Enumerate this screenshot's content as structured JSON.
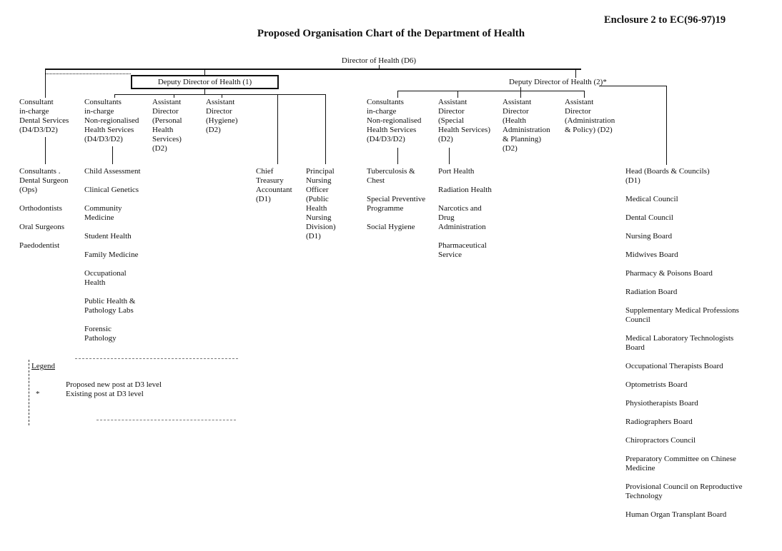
{
  "header": {
    "enclosure": "Enclosure 2 to EC(96-97)19",
    "title": "Proposed Organisation Chart of the Department of Health"
  },
  "nodes": {
    "director": "Director of Health (D6)",
    "deputy1": "Deputy Director of Health (1)",
    "deputy2": "Deputy Director of Health (2)*",
    "b1_dental_head": [
      "Consultant",
      "in-charge",
      "Dental Services",
      "(D4/D3/D2)"
    ],
    "b1_nrhs_head": [
      "Consultants",
      "in-charge",
      "Non-regionalised",
      "Health Services",
      "(D4/D3/D2)"
    ],
    "b1_ad_personal": [
      "Assistant",
      "Director",
      "(Personal",
      "Health",
      "Services)",
      "(D2)"
    ],
    "b1_ad_hygiene": [
      "Assistant",
      "Director",
      "(Hygiene)",
      "(D2)"
    ],
    "b1_dental_units": [
      "Consultants .\nDental Surgeon\n(Ops)",
      "Orthodontists",
      "Oral Surgeons",
      "Paedodentist"
    ],
    "b1_nrhs_units": [
      "Child Assessment",
      "Clinical Genetics",
      "Community\nMedicine",
      "Student Health",
      "Family Medicine",
      "Occupational\nHealth",
      "Public Health &\nPathology Labs",
      "Forensic\nPathology"
    ],
    "b1_treasury": [
      "Chief",
      "Treasury",
      "Accountant",
      "(D1)"
    ],
    "b1_nursing": [
      "Principal",
      "Nursing",
      "Officer",
      "(Public",
      "Health",
      "Nursing",
      "Division)",
      "(D1)"
    ],
    "b2_nrhs_head": [
      "Consultants",
      "in-charge",
      "Non-regionalised",
      "Health Services",
      "(D4/D3/D2)"
    ],
    "b2_ad_special": [
      "Assistant",
      "Director",
      "(Special",
      "Health Services)",
      "(D2)"
    ],
    "b2_ad_admin_planning": [
      "Assistant",
      "Director",
      "(Health",
      "Administration",
      "& Planning)",
      "(D2)"
    ],
    "b2_ad_admin_policy": [
      "Assistant",
      "Director",
      "(Administration",
      "& Policy) (D2)"
    ],
    "b2_nrhs_units": [
      "Tuberculosis &\nChest",
      "Special Preventive\nProgramme",
      "Social Hygiene"
    ],
    "b2_special_units": [
      "Port Health",
      "Radiation Health",
      "Narcotics and\nDrug\nAdministration",
      "Pharmaceutical\nService"
    ],
    "b2_boards_head": [
      "Head (Boards & Councils)",
      "(D1)"
    ],
    "b2_boards": [
      "Medical Council",
      "Dental Council",
      "Nursing Board",
      "Midwives Board",
      "Pharmacy & Poisons Board",
      "Radiation Board",
      "Supplementary Medical Professions\nCouncil",
      "Medical Laboratory Technologists\nBoard",
      "Occupational Therapists Board",
      "Optometrists Board",
      "Physiotherapists Board",
      "Radiographers Board",
      "Chiropractors Council",
      "Preparatory Committee on Chinese\nMedicine",
      "Provisional Council on Reproductive\nTechnology",
      "Human Organ Transplant Board"
    ]
  },
  "legend": {
    "heading": "Legend",
    "proposed_label": "Proposed new post at D3 level",
    "existing_symbol": "*",
    "existing_label": "Existing post at D3 level"
  },
  "colors": {
    "ink": "#111111",
    "paper": "#ffffff"
  }
}
